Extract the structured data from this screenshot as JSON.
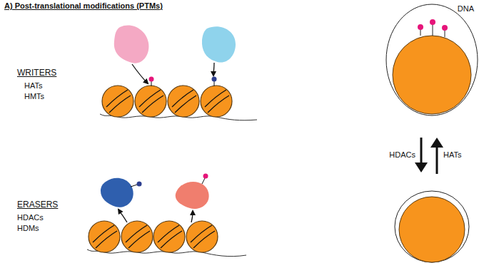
{
  "diagram": {
    "title": "A) Post-translational modifications (PTMs)",
    "labels": [
      "WRITERS",
      "HATs",
      "HMTs",
      "ERASERS",
      "HDACs",
      "HDMs",
      "DNA",
      "HDACs",
      "HATs"
    ]
  }
}
